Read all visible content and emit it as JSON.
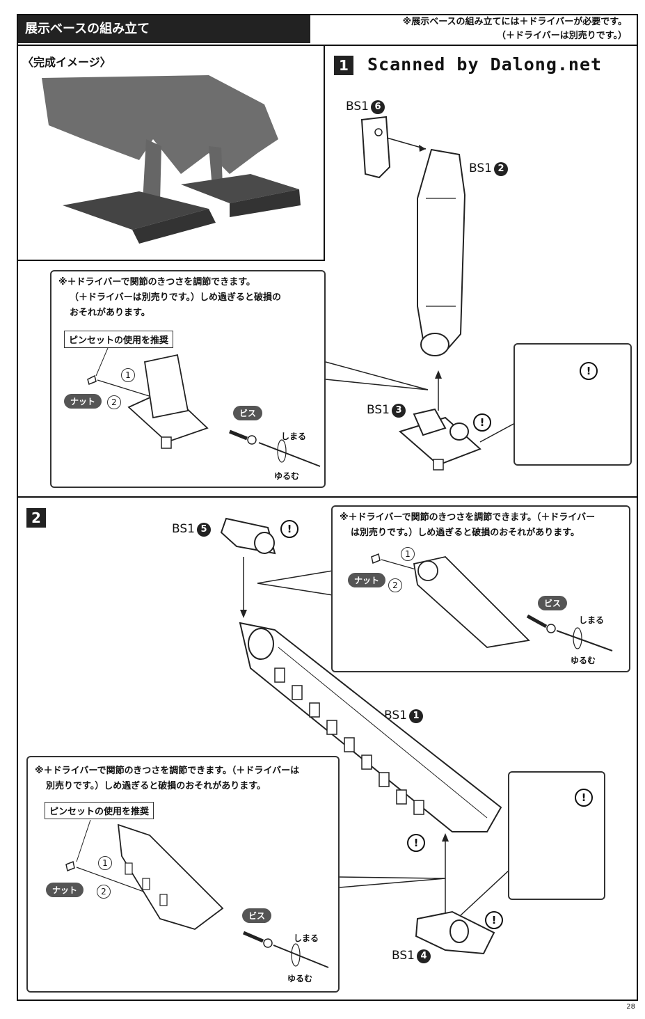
{
  "header": {
    "title": "展示ベースの組み立て",
    "note_line1": "※展示ベースの組み立てには＋ドライバーが必要です。",
    "note_line2": "（＋ドライバーは別売りです。）"
  },
  "preview": {
    "label": "〈完成イメージ〉"
  },
  "step1": {
    "number": "1",
    "watermark": "Scanned by Dalong.net",
    "parts": {
      "p6": {
        "code": "BS1",
        "num": "6"
      },
      "p2": {
        "code": "BS1",
        "num": "2"
      },
      "p3": {
        "code": "BS1",
        "num": "3"
      }
    },
    "callout": {
      "note_line1": "※＋ドライバーで関節のきつさを調節できます。",
      "note_line2": "（＋ドライバーは別売りです。）しめ過ぎると破損の",
      "note_line3": "おそれがあります。",
      "tweezers": "ピンセットの使用を推奨",
      "nut": "ナット",
      "screw": "ビス",
      "tighten": "しまる",
      "loosen": "ゆるむ",
      "n1": "1",
      "n2": "2"
    },
    "excl": "!"
  },
  "step2": {
    "number": "2",
    "parts": {
      "p5": {
        "code": "BS1",
        "num": "5"
      },
      "p1": {
        "code": "BS1",
        "num": "1"
      },
      "p4": {
        "code": "BS1",
        "num": "4"
      }
    },
    "callout_top": {
      "note_line1": "※＋ドライバーで関節のきつさを調節できます。（＋ドライバー",
      "note_line2": "は別売りです。）しめ過ぎると破損のおそれがあります。",
      "nut": "ナット",
      "screw": "ビス",
      "tighten": "しまる",
      "loosen": "ゆるむ",
      "n1": "1",
      "n2": "2"
    },
    "callout_bottom": {
      "note_line1": "※＋ドライバーで関節のきつさを調節できます。（＋ドライバーは",
      "note_line2": "別売りです。）しめ過ぎると破損のおそれがあります。",
      "tweezers": "ピンセットの使用を推奨",
      "nut": "ナット",
      "screw": "ビス",
      "tighten": "しまる",
      "loosen": "ゆるむ",
      "n1": "1",
      "n2": "2"
    },
    "excl": "!"
  },
  "page": {
    "number": "28"
  }
}
